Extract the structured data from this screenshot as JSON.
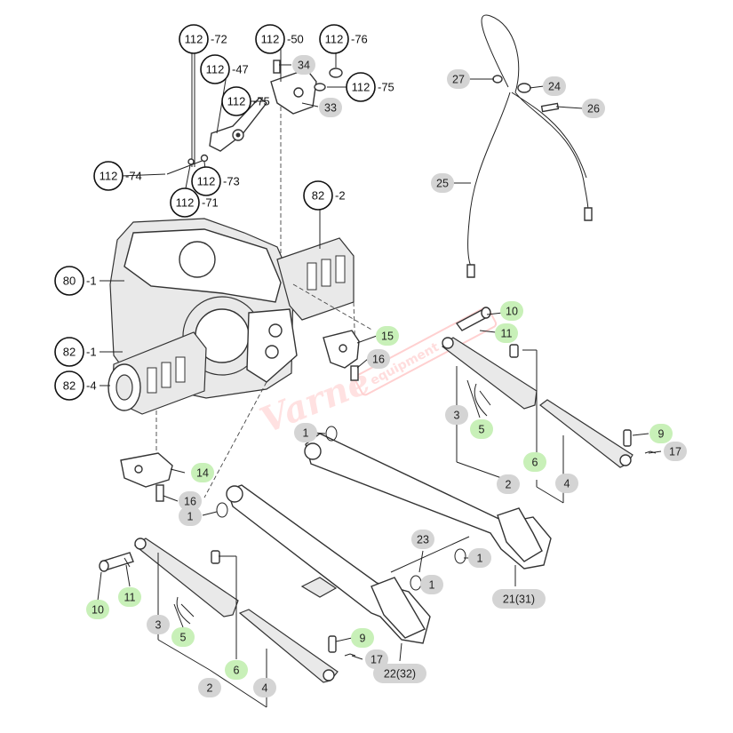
{
  "title": "",
  "watermark": {
    "main": "Varne",
    "banner": "equipment"
  },
  "colors": {
    "grey_bubble": "#d4d4d4",
    "green_bubble": "#c8f0b8",
    "line": "#222222",
    "watermark": "#ffd8d8"
  },
  "circled_refs": [
    {
      "id": "c-112-72",
      "ref": "112",
      "suffix": "-72"
    },
    {
      "id": "c-112-50",
      "ref": "112",
      "suffix": "-50"
    },
    {
      "id": "c-112-76",
      "ref": "112",
      "suffix": "-76"
    },
    {
      "id": "c-112-47",
      "ref": "112",
      "suffix": "-47"
    },
    {
      "id": "c-112-75a",
      "ref": "112",
      "suffix": "-75"
    },
    {
      "id": "c-112-75b",
      "ref": "112",
      "suffix": "-75"
    },
    {
      "id": "c-112-74",
      "ref": "112",
      "suffix": "-74"
    },
    {
      "id": "c-112-73",
      "ref": "112",
      "suffix": "-73"
    },
    {
      "id": "c-112-71",
      "ref": "112",
      "suffix": "-71"
    },
    {
      "id": "c-82-2",
      "ref": "82",
      "suffix": "-2"
    },
    {
      "id": "c-80-1",
      "ref": "80",
      "suffix": "-1"
    },
    {
      "id": "c-82-1",
      "ref": "82",
      "suffix": "-1"
    },
    {
      "id": "c-82-4",
      "ref": "82",
      "suffix": "-4"
    }
  ],
  "part_labels": [
    {
      "id": "p34",
      "text": "34",
      "style": "grey"
    },
    {
      "id": "p33",
      "text": "33",
      "style": "grey"
    },
    {
      "id": "p27",
      "text": "27",
      "style": "grey"
    },
    {
      "id": "p24",
      "text": "24",
      "style": "grey"
    },
    {
      "id": "p26",
      "text": "26",
      "style": "grey"
    },
    {
      "id": "p25",
      "text": "25",
      "style": "grey"
    },
    {
      "id": "p15",
      "text": "15",
      "style": "green"
    },
    {
      "id": "p16a",
      "text": "16",
      "style": "grey"
    },
    {
      "id": "p10a",
      "text": "10",
      "style": "green"
    },
    {
      "id": "p11a",
      "text": "11",
      "style": "green"
    },
    {
      "id": "p3a",
      "text": "3",
      "style": "grey"
    },
    {
      "id": "p5a",
      "text": "5",
      "style": "green"
    },
    {
      "id": "p1a",
      "text": "1",
      "style": "grey"
    },
    {
      "id": "p9a",
      "text": "9",
      "style": "green"
    },
    {
      "id": "p17a",
      "text": "17",
      "style": "grey"
    },
    {
      "id": "p6a",
      "text": "6",
      "style": "green"
    },
    {
      "id": "p2a",
      "text": "2",
      "style": "grey"
    },
    {
      "id": "p4a",
      "text": "4",
      "style": "grey"
    },
    {
      "id": "p14",
      "text": "14",
      "style": "green"
    },
    {
      "id": "p16b",
      "text": "16",
      "style": "grey"
    },
    {
      "id": "p1b",
      "text": "1",
      "style": "grey"
    },
    {
      "id": "p23",
      "text": "23",
      "style": "grey"
    },
    {
      "id": "p1c",
      "text": "1",
      "style": "grey"
    },
    {
      "id": "p1d",
      "text": "1",
      "style": "grey"
    },
    {
      "id": "p21",
      "text": "21(31)",
      "style": "grey"
    },
    {
      "id": "p10b",
      "text": "10",
      "style": "green"
    },
    {
      "id": "p11b",
      "text": "11",
      "style": "green"
    },
    {
      "id": "p3b",
      "text": "3",
      "style": "grey"
    },
    {
      "id": "p5b",
      "text": "5",
      "style": "green"
    },
    {
      "id": "p9b",
      "text": "9",
      "style": "green"
    },
    {
      "id": "p17b",
      "text": "17",
      "style": "grey"
    },
    {
      "id": "p22",
      "text": "22(32)",
      "style": "grey"
    },
    {
      "id": "p6b",
      "text": "6",
      "style": "green"
    },
    {
      "id": "p2b",
      "text": "2",
      "style": "grey"
    },
    {
      "id": "p4b",
      "text": "4",
      "style": "grey"
    }
  ]
}
